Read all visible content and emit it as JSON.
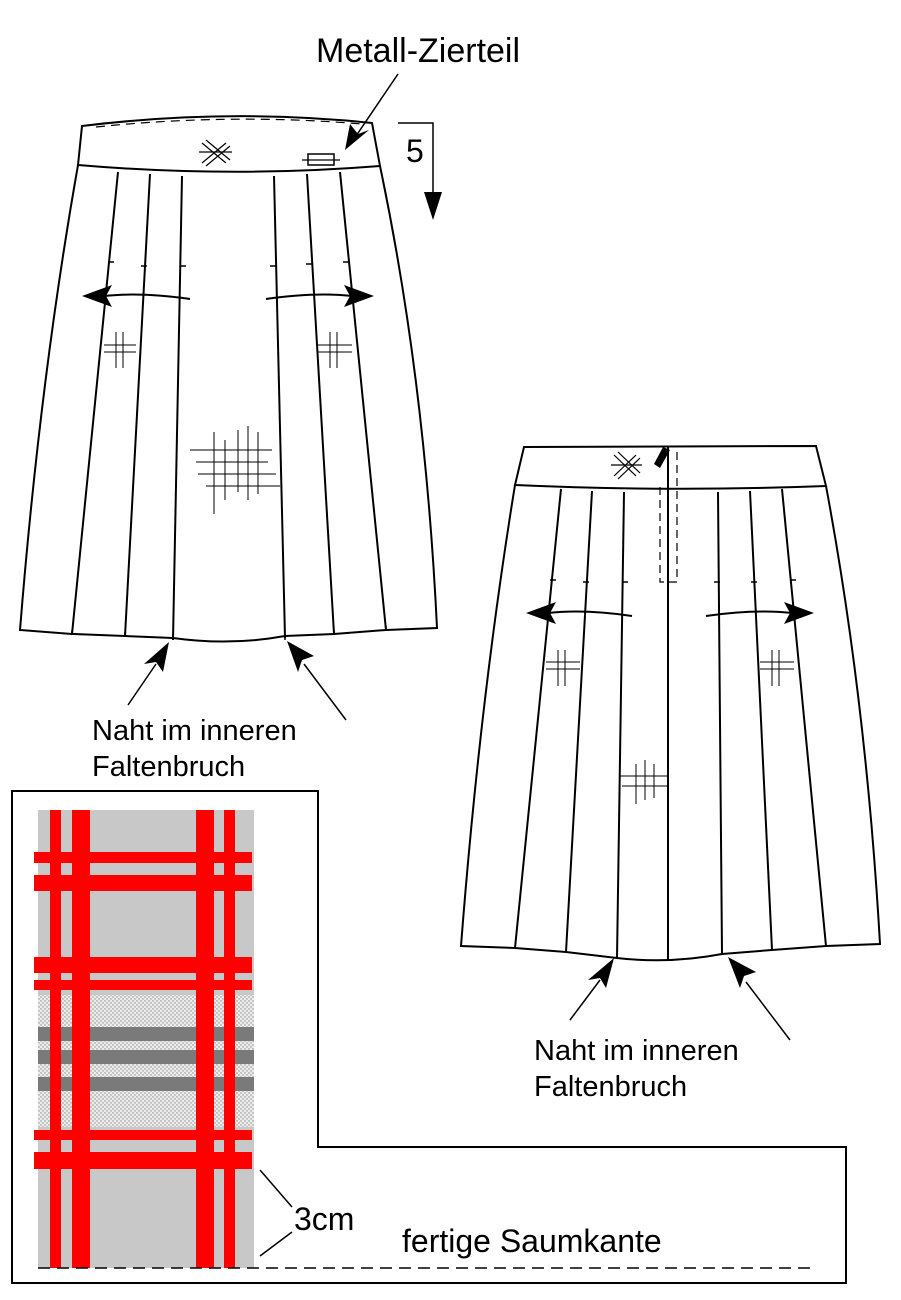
{
  "labels": {
    "metall_zierteil": "Metall-Zierteil",
    "measure_5": "5",
    "front_seam_line1": "Naht im inneren",
    "front_seam_line2": "Faltenbruch",
    "back_seam_line1": "Naht im inneren",
    "back_seam_line2": "Faltenbruch",
    "hem_allowance": "3cm",
    "hem_edge": "fertige Saumkante"
  },
  "colors": {
    "line": "#000000",
    "plaid_red": "#ff0000",
    "plaid_grey_bg": "#c8c8c8",
    "plaid_dark_stripe": "#7a7a7a",
    "plaid_dotted": "#e4e4e4"
  }
}
